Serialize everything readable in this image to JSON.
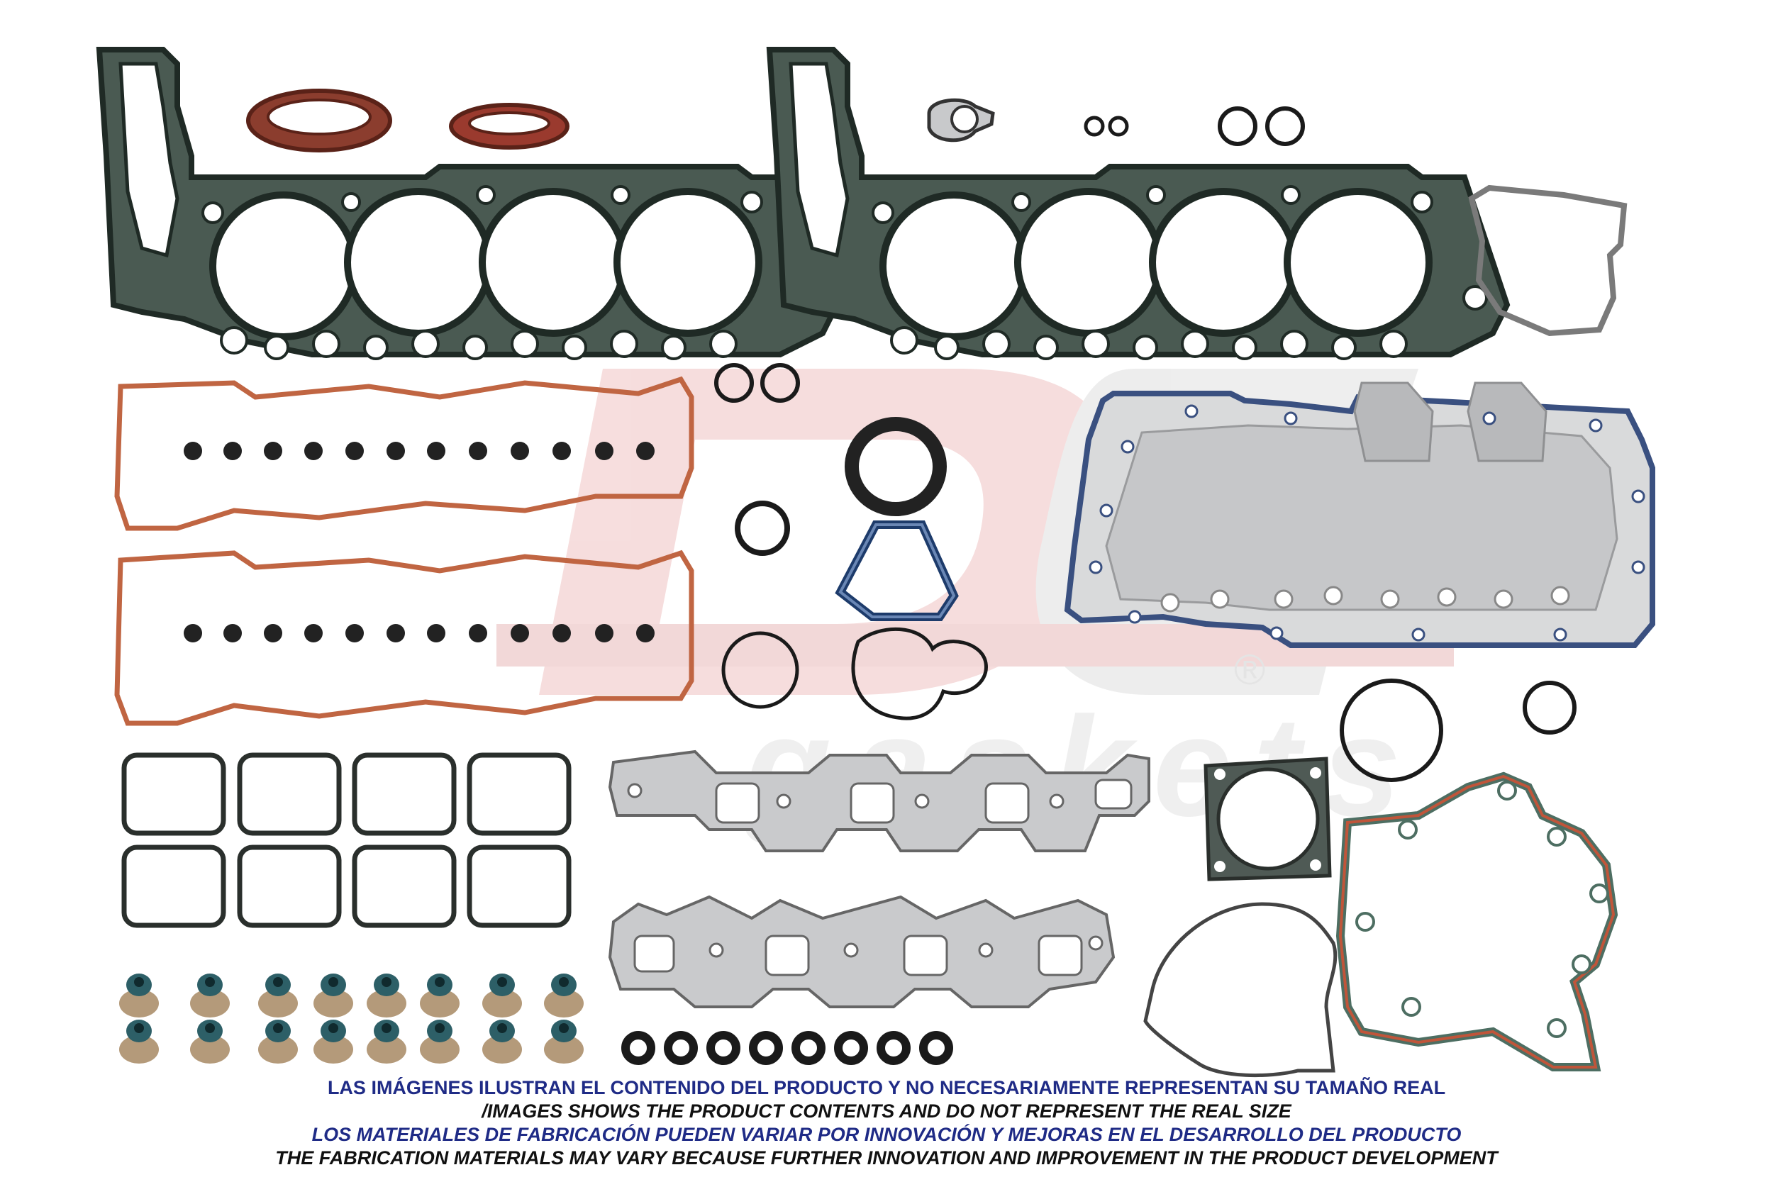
{
  "watermark": {
    "logo_text": "DC",
    "brand_text": "gaskets",
    "registered_mark": "®"
  },
  "disclaimer": {
    "line1": "LAS IMÁGENES ILUSTRAN EL CONTENIDO DEL PRODUCTO Y NO NECESARIAMENTE REPRESENTAN SU TAMAÑO REAL",
    "line2": "/IMAGES SHOWS THE PRODUCT CONTENTS AND DO NOT REPRESENT THE REAL SIZE",
    "line3": "LOS MATERIALES DE FABRICACIÓN PUEDEN VARIAR POR INNOVACIÓN Y MEJORAS EN EL DESARROLLO DEL PRODUCTO",
    "line4": "THE FABRICATION MATERIALS MAY VARY BECAUSE FURTHER INNOVATION AND IMPROVEMENT IN THE PRODUCT DEVELOPMENT"
  },
  "colors": {
    "gasket_dark": "#2e3d36",
    "gasket_green": "#5c7a6c",
    "cover_gasket": "#b5552f",
    "seal_brown": "#7a2f22",
    "metal_silver": "#c9cacc",
    "metal_light": "#dedfe1",
    "pan_blue": "#3a5080",
    "valve_seal_teal": "#2d5f67",
    "valve_seal_tan": "#b49a7a",
    "oring_black": "#1a1a1a",
    "watermark_red": "#f4d6d6",
    "watermark_gray": "#e9e9e9",
    "text_blue": "#1f2b86",
    "text_black": "#111111"
  }
}
